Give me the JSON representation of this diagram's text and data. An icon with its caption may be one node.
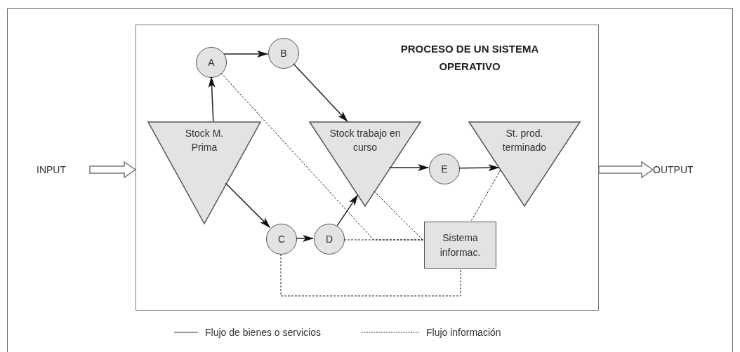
{
  "diagram": {
    "nodes": [
      {
        "text": [
          "PROCESO DE UN SISTEMA OPERATIVO"
        ]
      },
      {
        "text": [
          "INPUT"
        ]
      },
      {
        "text": [
          "OUTPUT"
        ]
      },
      {
        "text": [
          "Stock M. Prima"
        ],
        "in": 0
      },
      {
        "text": [
          "A"
        ],
        "in": 0
      },
      {
        "text": [
          "B"
        ],
        "in": 0
      },
      {
        "text": [
          "Stock trabajo en curso"
        ],
        "in": 0
      },
      {
        "text": [
          "St. prod. terminado"
        ],
        "in": 0
      },
      {
        "text": [
          "C"
        ],
        "in": 0
      },
      {
        "text": [
          "D"
        ],
        "in": 0
      },
      {
        "text": [
          "E"
        ],
        "in": 0
      },
      {
        "text": [
          "Sistema informac."
        ],
        "in": 0
      }
    ],
    "edges": [
      {
        "from": 1,
        "to": 0,
        "arrow": "to",
        "style": "thick"
      },
      {
        "from": 0,
        "to": 2,
        "arrow": "to",
        "style": "thick"
      },
      {
        "from": 3,
        "to": 4,
        "arrow": "to"
      },
      {
        "from": 4,
        "to": 5,
        "arrow": "to"
      },
      {
        "from": 5,
        "to": 6,
        "arrow": "to"
      },
      {
        "from": 3,
        "to": 8,
        "arrow": "to"
      },
      {
        "from": 8,
        "to": 9,
        "arrow": "to"
      },
      {
        "from": 9,
        "to": 6,
        "arrow": "to"
      },
      {
        "from": 6,
        "to": 10,
        "arrow": "to"
      },
      {
        "from": 10,
        "to": 7,
        "arrow": "to"
      },
      {
        "from": 4,
        "to": 11,
        "arrow": "none",
        "style": "dashed"
      },
      {
        "from": 9,
        "to": 11,
        "arrow": "none",
        "style": "dashed"
      },
      {
        "from": 6,
        "to": 11,
        "arrow": "none",
        "style": "dashed"
      },
      {
        "from": 7,
        "to": 11,
        "arrow": "none",
        "style": "dashed"
      },
      {
        "from": 8,
        "to": 11,
        "arrow": "none",
        "style": "dashed"
      }
    ],
    "legend": [
      {
        "text": "Flujo de bienes o servicios"
      },
      {
        "text": "Flujo información"
      }
    ]
  }
}
